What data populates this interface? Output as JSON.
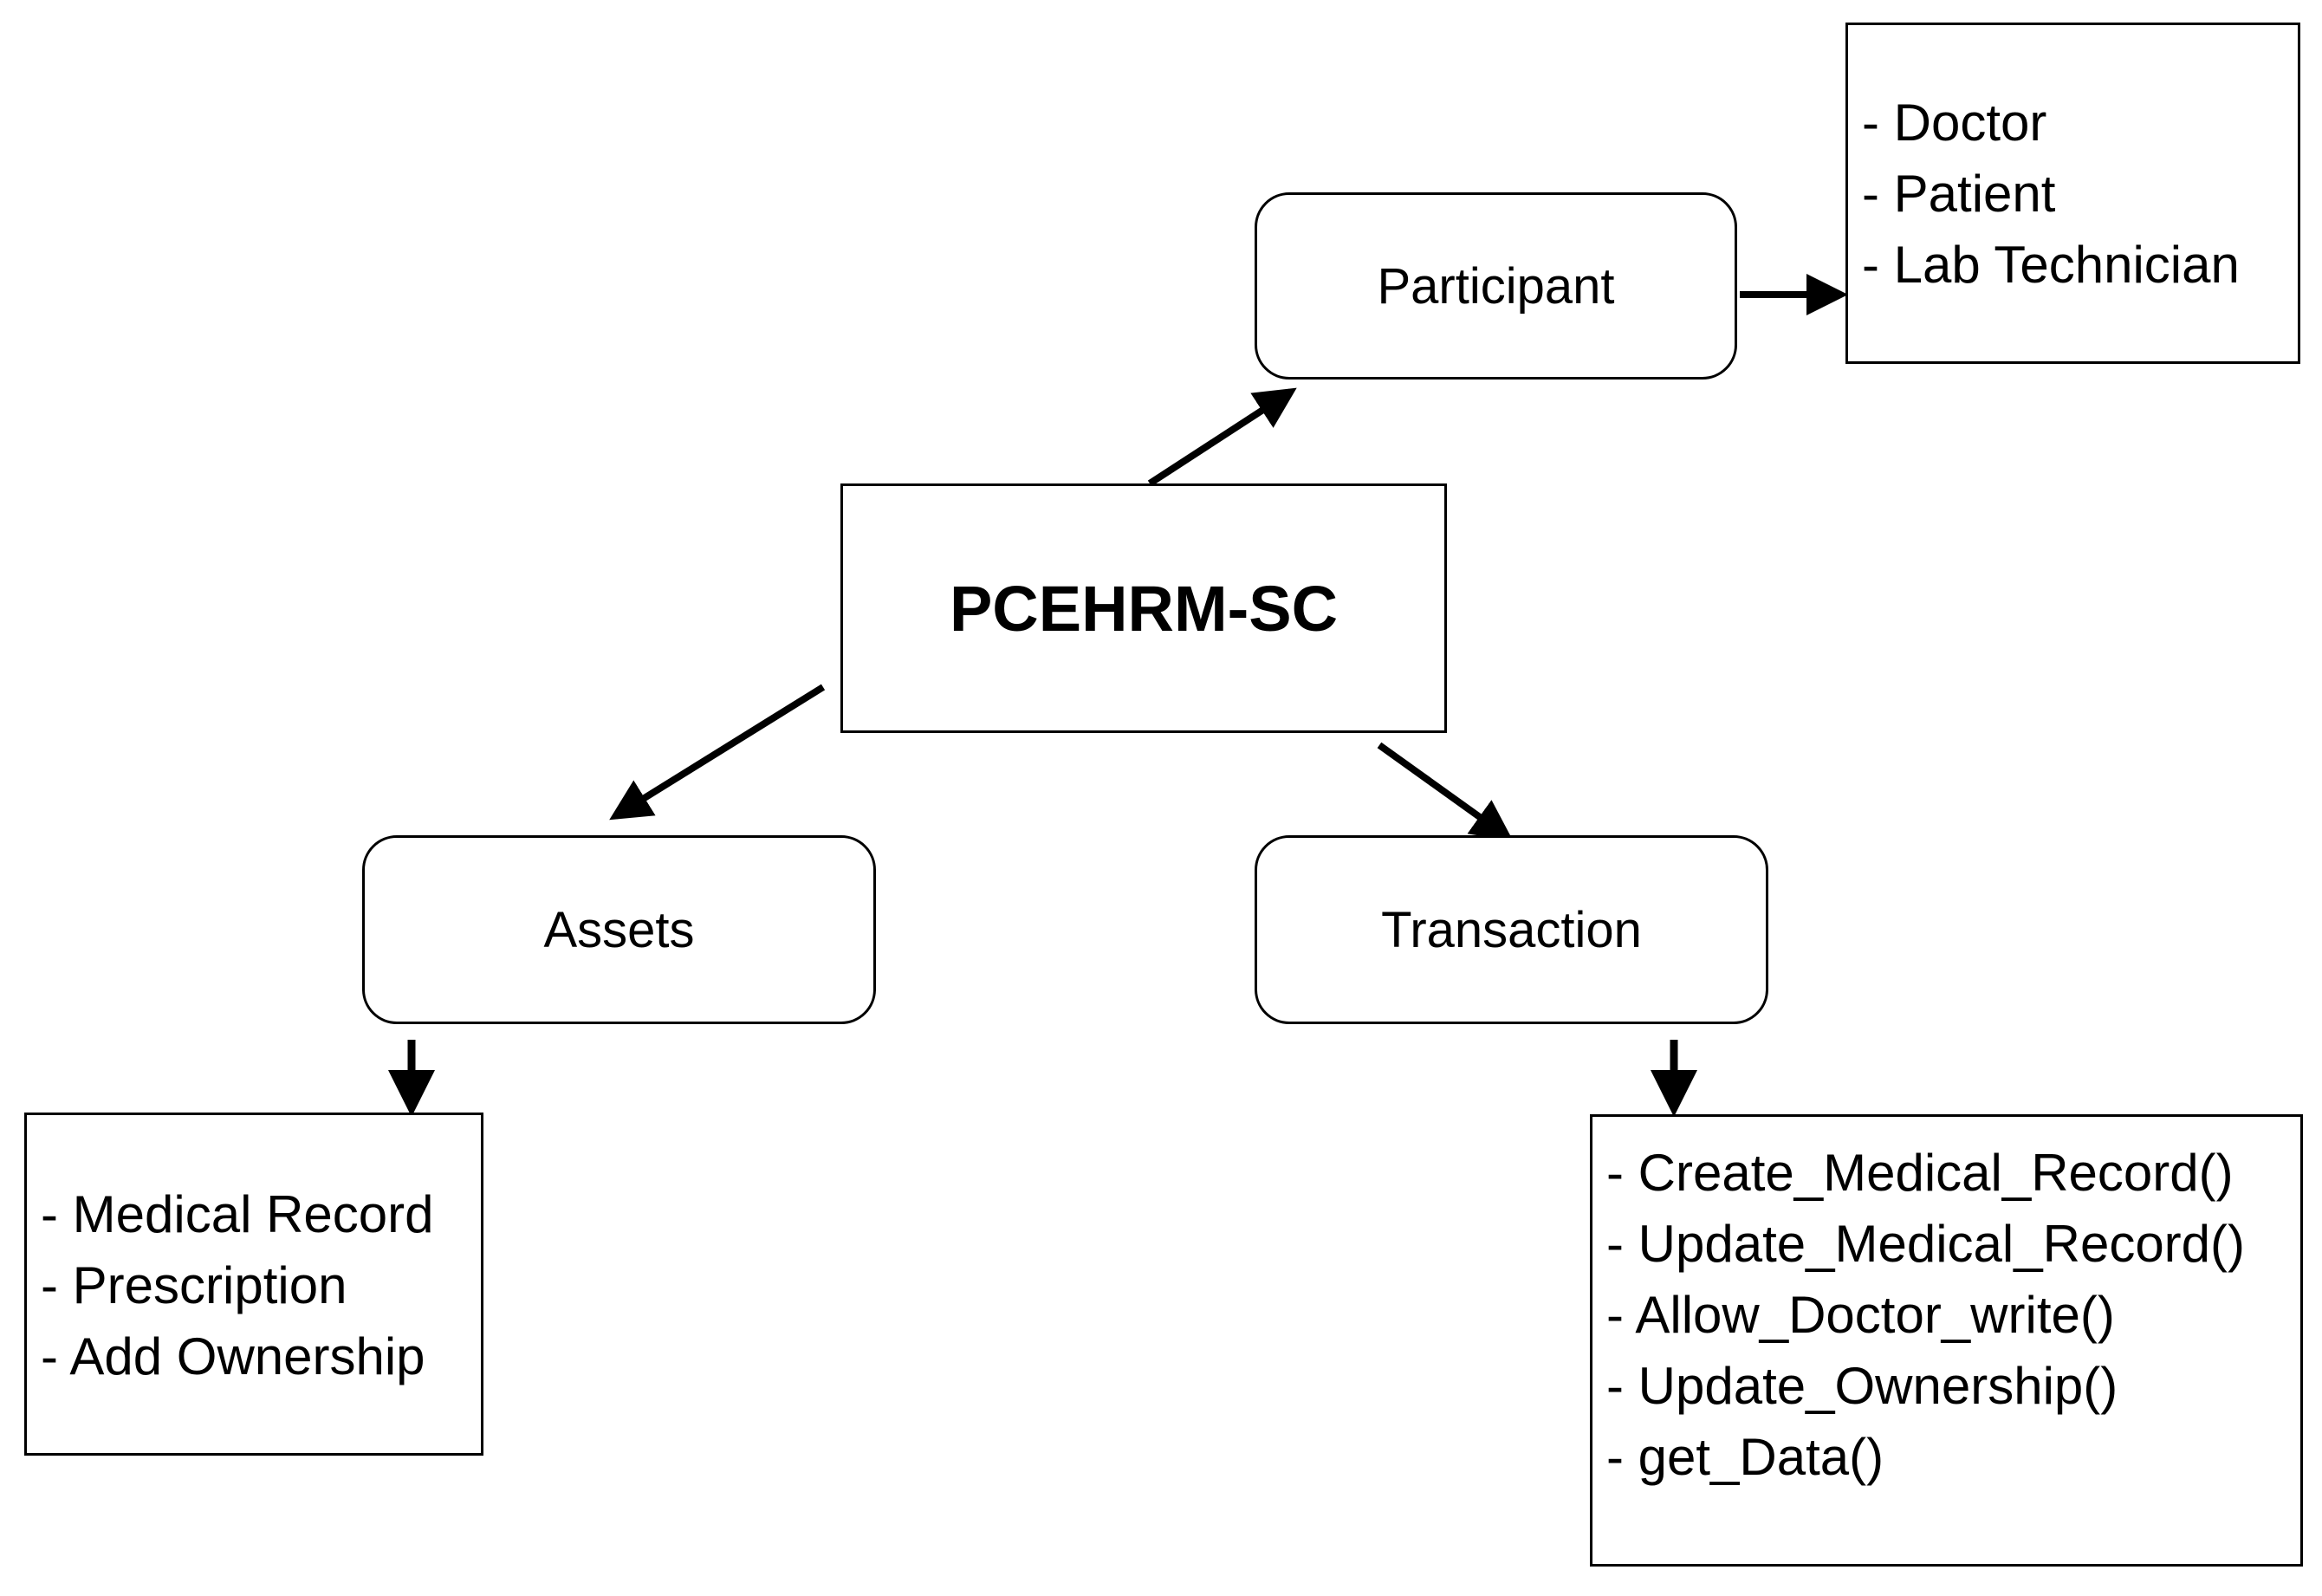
{
  "center": {
    "label": "PCEHRM-SC"
  },
  "participant": {
    "label": "Participant",
    "items": [
      "- Doctor",
      "- Patient",
      "- Lab Technician"
    ]
  },
  "assets": {
    "label": "Assets",
    "items": [
      "- Medical Record",
      "- Prescription",
      "- Add Ownership"
    ]
  },
  "transaction": {
    "label": "Transaction",
    "items": [
      "- Create_Medical_Record()",
      "- Update_Medical_Record()",
      "- Allow_Doctor_write()",
      "- Update_Ownership()",
      "- get_Data()"
    ]
  }
}
